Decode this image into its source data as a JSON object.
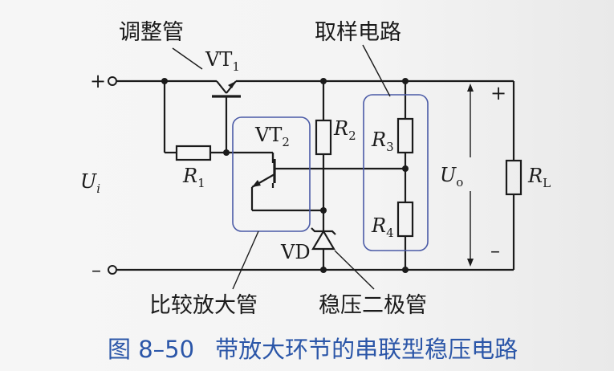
{
  "labels": {
    "regulator_tube": "调整管",
    "sampling_circuit": "取样电路",
    "amplifier_tube": "比较放大管",
    "zener_diode": "稳压二极管",
    "vt1": "VT",
    "vt1_sub": "1",
    "vt2": "VT",
    "vt2_sub": "2",
    "r1": "R",
    "r1_sub": "1",
    "r2": "R",
    "r2_sub": "2",
    "r3": "R",
    "r3_sub": "3",
    "r4": "R",
    "r4_sub": "4",
    "rl": "R",
    "rl_sub": "L",
    "vd": "VD",
    "ui": "U",
    "ui_sub": "i",
    "uo": "U",
    "uo_sub": "o",
    "plus_in": "+",
    "minus_in": "–",
    "plus_out": "+",
    "minus_out": "–"
  },
  "caption": {
    "number": "图 8–50",
    "title": "带放大环节的串联型稳压电路"
  },
  "colors": {
    "box_outline": "#4a5aa6",
    "caption": "#2b56a8",
    "ink": "#1b1b1b"
  }
}
